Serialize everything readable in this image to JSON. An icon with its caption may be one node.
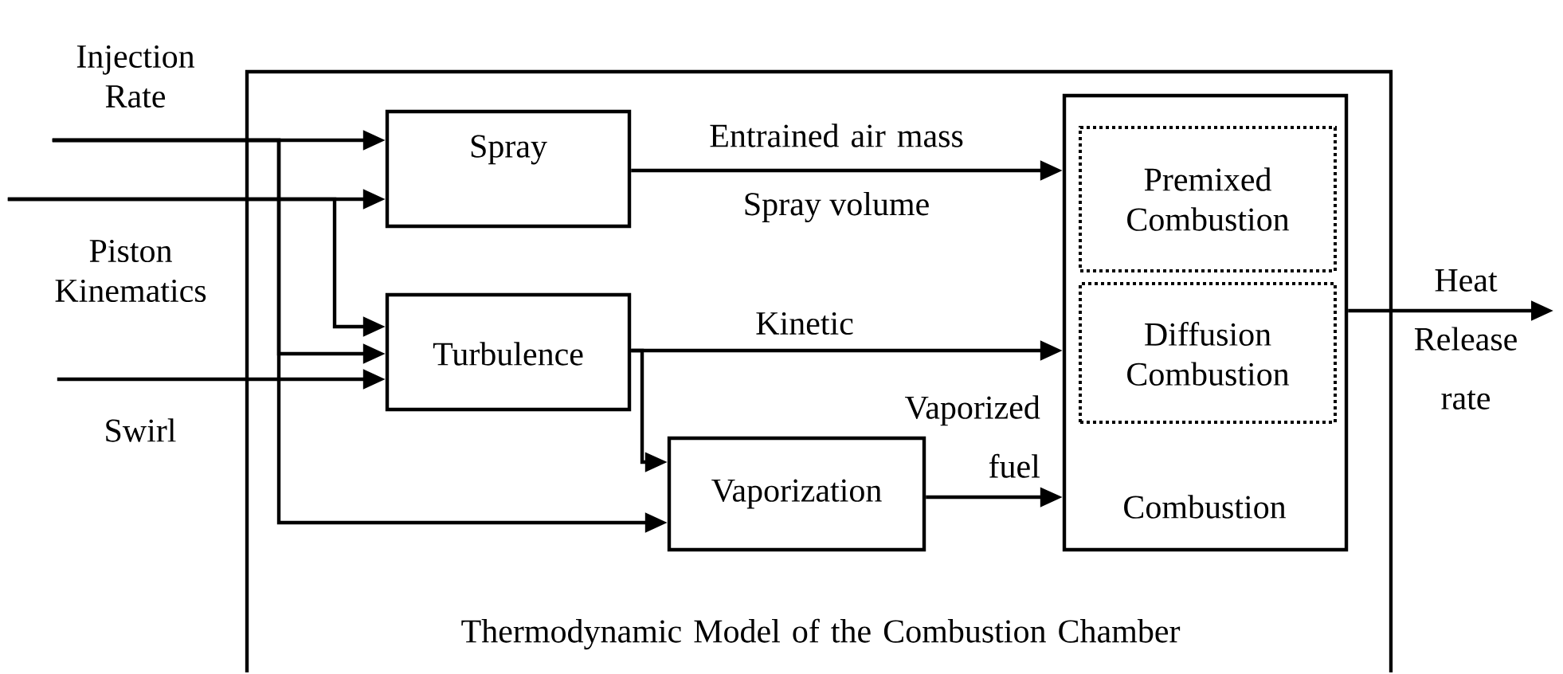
{
  "diagram": {
    "nodes": [
      {
        "text": [
          "Thermodynamic Model of the Combustion Chamber"
        ]
      },
      {
        "text": [
          "Injection Rate"
        ]
      },
      {
        "text": [
          "Piston Kinematics"
        ]
      },
      {
        "text": [
          "Swirl"
        ]
      },
      {
        "text": [
          "Spray"
        ],
        "in": 0
      },
      {
        "text": [
          "Turbulence"
        ],
        "in": 0
      },
      {
        "text": [
          "Vaporization"
        ],
        "in": 0
      },
      {
        "text": [
          "Combustion"
        ],
        "in": 0
      },
      {
        "text": [
          "Premixed Combustion"
        ],
        "in": 7
      },
      {
        "text": [
          "Diffusion Combustion"
        ],
        "in": 7
      }
    ],
    "edges": [
      {
        "from": 1,
        "to": 4,
        "arrow": "to"
      },
      {
        "from": 1,
        "to": 5,
        "arrow": "to"
      },
      {
        "from": 1,
        "to": 6,
        "arrow": "to"
      },
      {
        "from": 2,
        "to": 4,
        "arrow": "to"
      },
      {
        "from": 2,
        "to": 5,
        "arrow": "to"
      },
      {
        "from": 3,
        "to": 5,
        "arrow": "to"
      },
      {
        "from": 4,
        "to": 7,
        "arrow": "to",
        "label": "Entrained air mass"
      },
      {
        "from": 5,
        "to": 7,
        "arrow": "to",
        "label": "Kinetic"
      },
      {
        "from": 5,
        "to": 6,
        "arrow": "to"
      },
      {
        "from": 6,
        "to": 7,
        "arrow": "to",
        "label": "Vaporized fuel"
      },
      {
        "from": 7,
        "to": null,
        "arrow": "to",
        "label": "Heat Release rate"
      }
    ],
    "labels": [
      "Spray volume"
    ]
  }
}
